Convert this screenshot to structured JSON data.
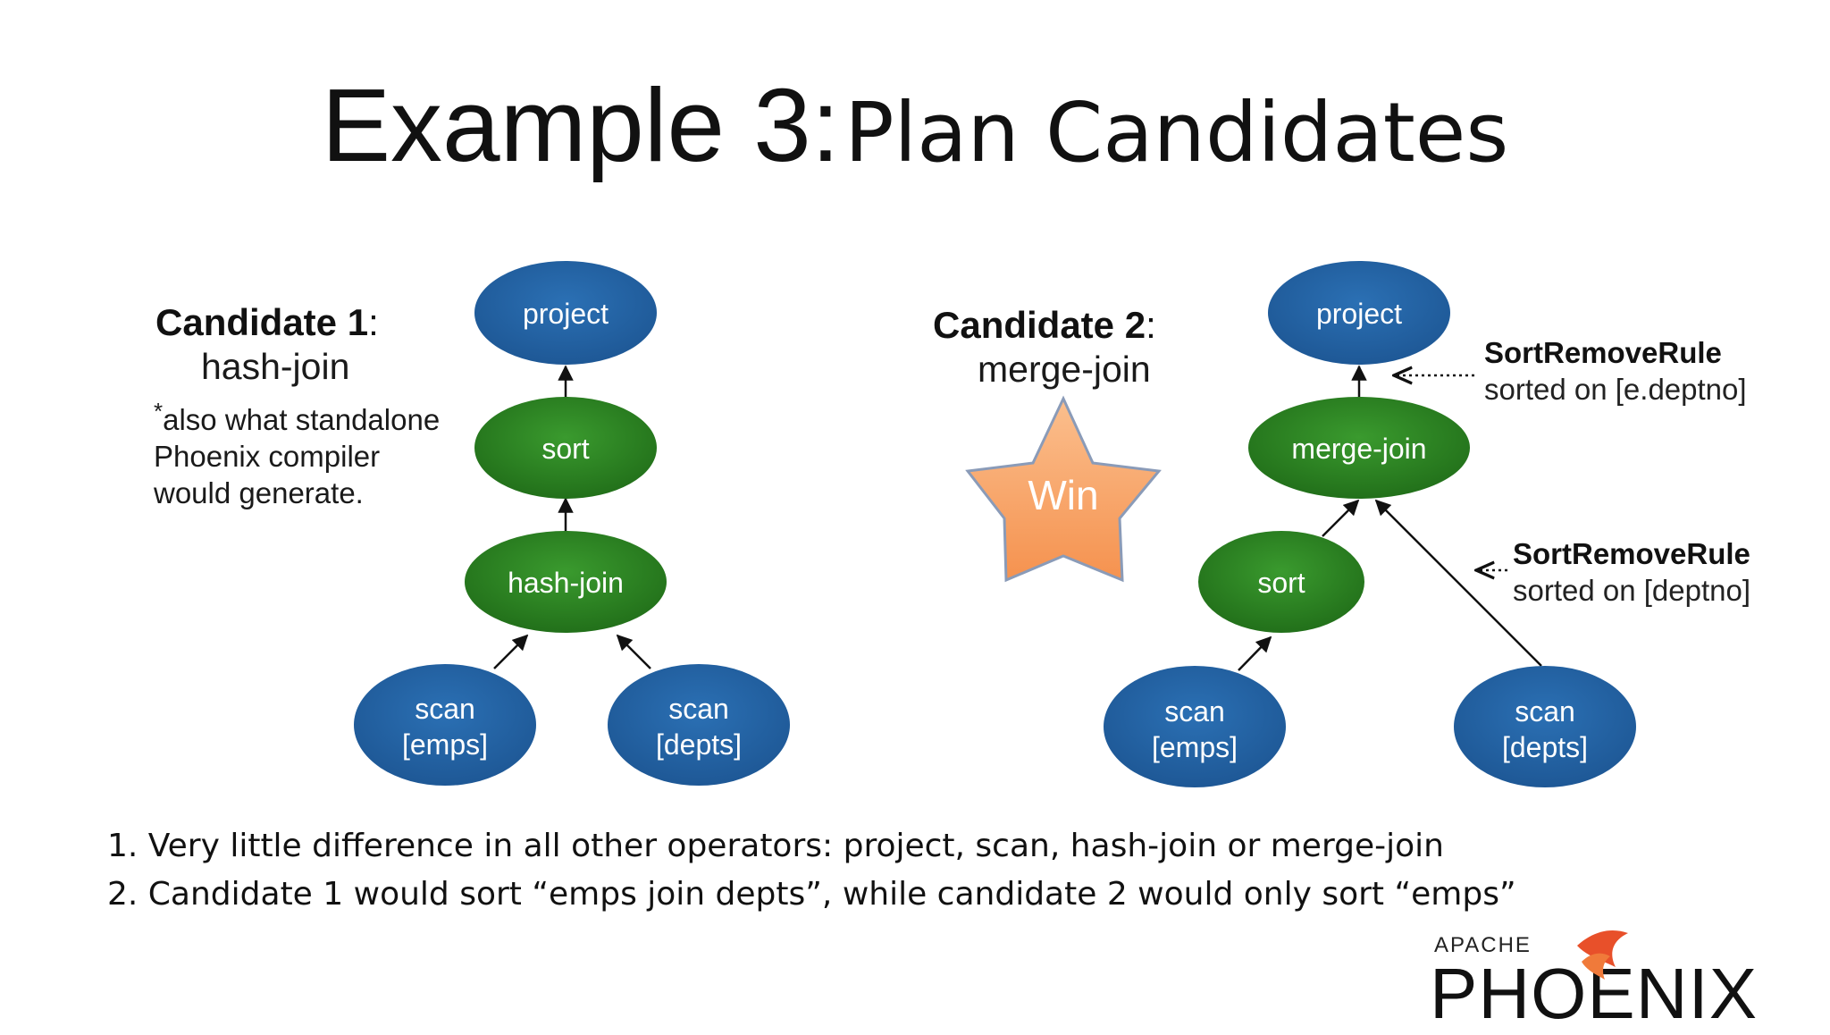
{
  "title": {
    "main": "Example 3:",
    "sub": "Plan Candidates"
  },
  "candidate1": {
    "heading": "Candidate 1",
    "colon": ":",
    "strategy": "hash-join",
    "note_star": "*",
    "note_lines": [
      "also what standalone",
      "Phoenix compiler",
      "would generate."
    ],
    "nodes": {
      "project": "project",
      "sort": "sort",
      "join": "hash-join",
      "scan_emps_1": "scan",
      "scan_emps_2": "[emps]",
      "scan_depts_1": "scan",
      "scan_depts_2": "[depts]"
    }
  },
  "candidate2": {
    "heading": "Candidate 2",
    "colon": ":",
    "strategy": "merge-join",
    "win_label": "Win",
    "nodes": {
      "project": "project",
      "join": "merge-join",
      "sort": "sort",
      "scan_emps_1": "scan",
      "scan_emps_2": "[emps]",
      "scan_depts_1": "scan",
      "scan_depts_2": "[depts]"
    },
    "rule1": {
      "name": "SortRemoveRule",
      "desc": "sorted on [e.deptno]"
    },
    "rule2": {
      "name": "SortRemoveRule",
      "desc": "sorted on [deptno]"
    }
  },
  "bullets": [
    "1.  Very little difference in all other operators: project, scan, hash-join or merge-join",
    "2.  Candidate 1 would sort “emps join depts”, while candidate 2 would only sort “emps”"
  ],
  "logo": {
    "top": "APACHE",
    "name": "PHOENIX",
    "icon": "phoenix-flame-icon"
  },
  "colors": {
    "blue_node": "#2362a2",
    "green_node": "#2e8a24",
    "star_fill": "#f6a46a",
    "flame": "#e8502a"
  }
}
